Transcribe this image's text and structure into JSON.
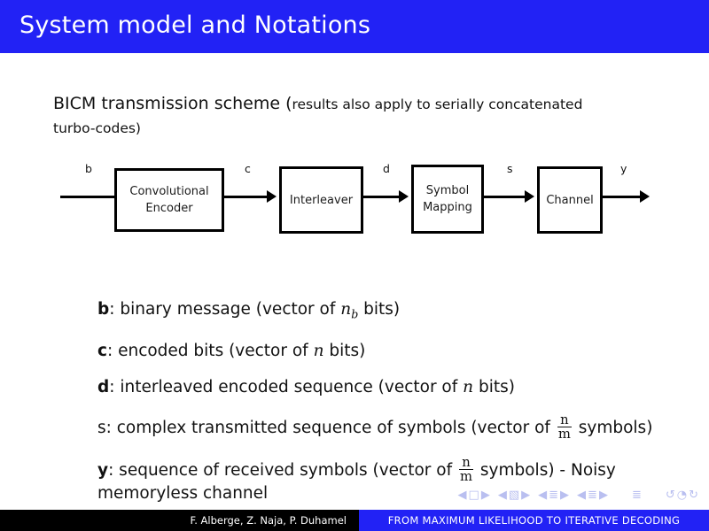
{
  "slide": {
    "title": "System model and Notations",
    "title_bar_color": "#2222f5",
    "background_color": "#ffffff"
  },
  "intro": {
    "main": "BICM transmission scheme (",
    "parenthetical": "results also apply to serially concatenated turbo-codes)"
  },
  "diagram": {
    "blocks": [
      {
        "id": "convolutional-encoder",
        "line1": "Convolutional",
        "line2": "Encoder"
      },
      {
        "id": "interleaver",
        "line1": "Interleaver",
        "line2": ""
      },
      {
        "id": "symbol-mapping",
        "line1": "Symbol",
        "line2": "Mapping"
      },
      {
        "id": "channel",
        "line1": "Channel",
        "line2": ""
      }
    ],
    "signals": [
      {
        "id": "signal-b",
        "label": "b"
      },
      {
        "id": "signal-c",
        "label": "c"
      },
      {
        "id": "signal-d",
        "label": "d"
      },
      {
        "id": "signal-s",
        "label": "s"
      },
      {
        "id": "signal-y",
        "label": "y"
      }
    ]
  },
  "definitions": [
    {
      "symbol": "b",
      "bold": true,
      "text_before": ": binary message (vector of ",
      "math": "n_b",
      "text_after": " bits)"
    },
    {
      "symbol": "c",
      "bold": true,
      "text_before": ": encoded bits (vector of ",
      "math": "n",
      "text_after": " bits)"
    },
    {
      "symbol": "d",
      "bold": true,
      "text_before": ": interleaved encoded sequence (vector of ",
      "math": "n",
      "text_after": " bits)"
    },
    {
      "symbol": "s",
      "bold": false,
      "text_before": ": complex transmitted sequence of symbols (vector of ",
      "math": "n/m",
      "text_after": " symbols)"
    },
    {
      "symbol": "y",
      "bold": true,
      "text_before": ": sequence of received symbols (vector of ",
      "math": "n/m",
      "text_after": " symbols) - Noisy memoryless channel"
    }
  ],
  "def_parts": {
    "b_sym": "b",
    "b_pre": ": binary message (vector of ",
    "b_post": " bits)",
    "c_sym": "c",
    "c_pre": ": encoded bits (vector of ",
    "c_post": " bits)",
    "d_sym": "d",
    "d_pre": ": interleaved encoded sequence (vector of ",
    "d_post": " bits)",
    "s_sym": "s",
    "s_pre": ": complex transmitted sequence of symbols (vector of ",
    "s_post": " symbols)",
    "y_sym": "y",
    "y_pre": ": sequence of received symbols (vector of ",
    "y_post": " symbols) - Noisy memoryless channel",
    "n": "n",
    "b_subscript": "b",
    "frac_num": "n",
    "frac_den": "m"
  },
  "navigation": {
    "color": "#b9bff0",
    "items": [
      "prev-slide",
      "slide-box",
      "next-slide",
      "prev-frame",
      "frame-box",
      "next-frame",
      "prev-subsection",
      "subsection-box",
      "next-subsection",
      "prev-section",
      "section-box",
      "next-section",
      "toc",
      "back",
      "search",
      "forward"
    ],
    "glyphs": {
      "left": "◀",
      "right": "▶",
      "slide": "□",
      "frame": "▧",
      "lines": "≣",
      "toc": "≣",
      "back": "↺",
      "search": "◔",
      "forward": "↻"
    }
  },
  "footer": {
    "authors": "F. Alberge, Z. Naja, P. Duhamel",
    "talk_title": "FROM MAXIMUM LIKELIHOOD TO ITERATIVE DECODING",
    "left_bg": "#000000",
    "right_bg": "#2222f5"
  }
}
